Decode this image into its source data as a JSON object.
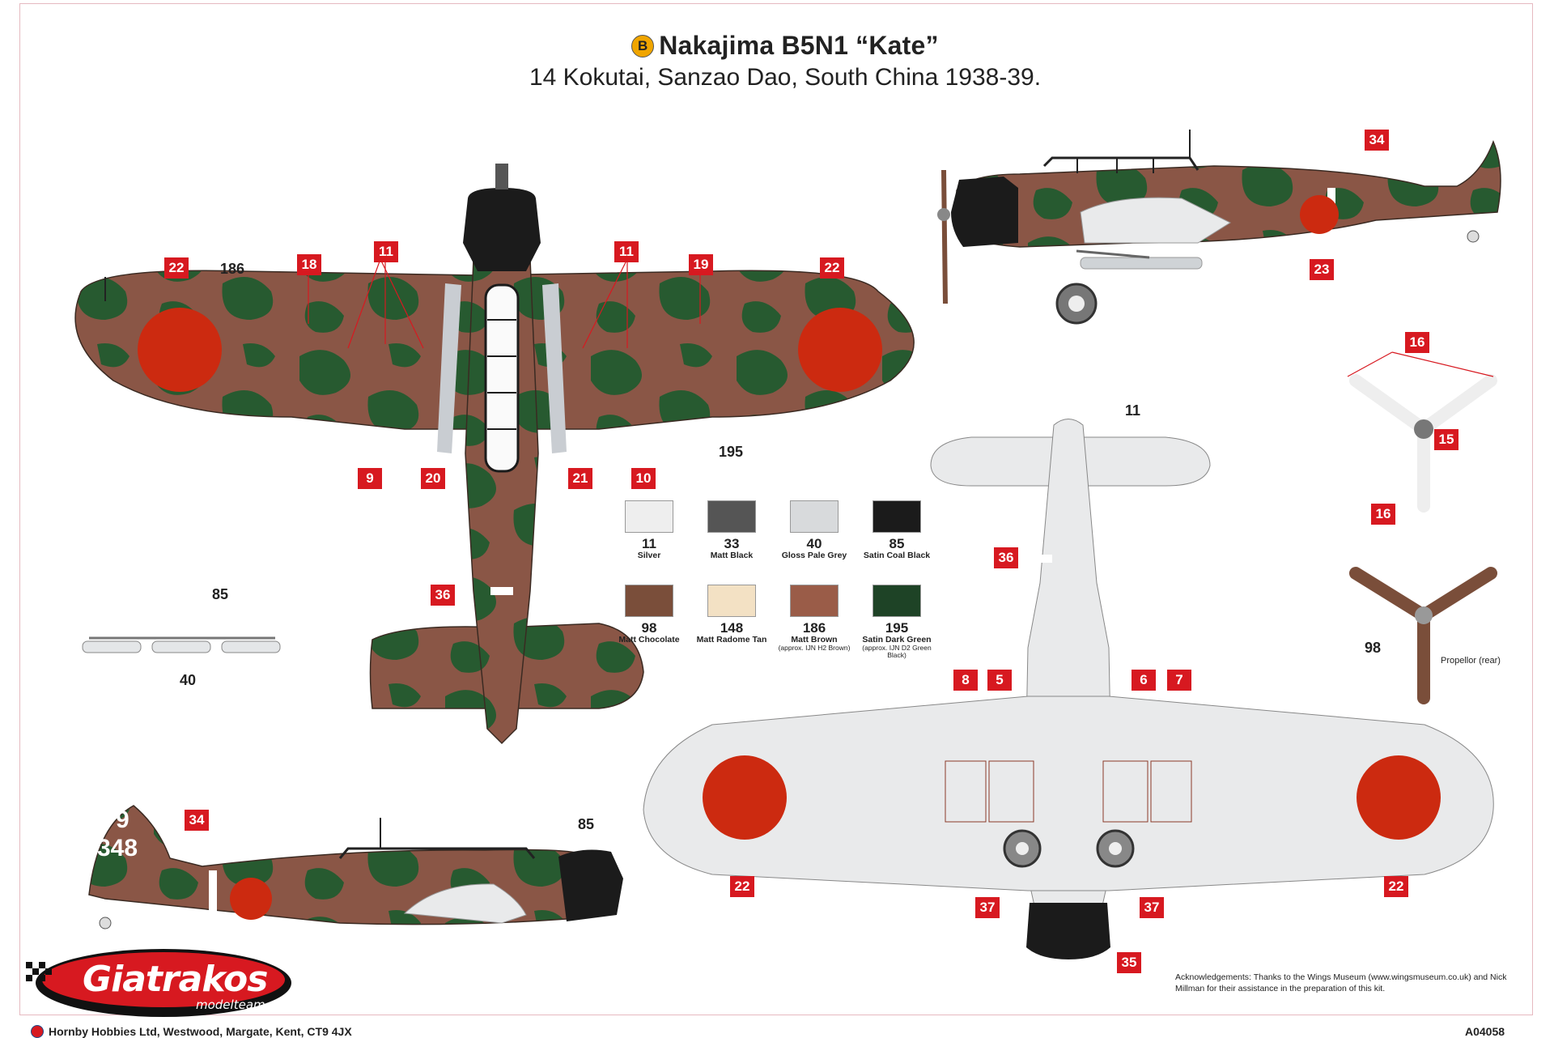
{
  "title": {
    "badge": "B",
    "aircraft": "Nakajima B5N1 “Kate”",
    "subtitle": "14 Kokutai, Sanzao Dao, South China 1938-39."
  },
  "callouts": {
    "c22_top_left": "22",
    "c18": "18",
    "c11_left": "11",
    "c11_right": "11",
    "c19": "19",
    "c22_top_right": "22",
    "c9": "9",
    "c20": "20",
    "c21": "21",
    "c10": "10",
    "c36_top": "36",
    "c34_side": "34",
    "c23": "23",
    "c16_top": "16",
    "c15": "15",
    "c16_bottom": "16",
    "c36_bottom": "36",
    "c8": "8",
    "c5": "5",
    "c6": "6",
    "c7": "7",
    "c22_bottom_left": "22",
    "c22_bottom_right": "22",
    "c37_left": "37",
    "c37_right": "37",
    "c35": "35",
    "c34_bottom": "34"
  },
  "paint_refs": {
    "p186": "186",
    "p195": "195",
    "p85_rack": "85",
    "p40_rack": "40",
    "p11_under": "11",
    "p85_side": "85",
    "p98_prop": "98"
  },
  "tail_code": {
    "top": "9",
    "bottom": "348"
  },
  "colours": [
    {
      "num": "11",
      "name": "Silver",
      "sub": "",
      "hex": "#eeeeee"
    },
    {
      "num": "33",
      "name": "Matt Black",
      "sub": "",
      "hex": "#555555"
    },
    {
      "num": "40",
      "name": "Gloss Pale Grey",
      "sub": "",
      "hex": "#d8dadc"
    },
    {
      "num": "85",
      "name": "Satin Coal Black",
      "sub": "",
      "hex": "#1b1b1b"
    },
    {
      "num": "98",
      "name": "Matt Chocolate",
      "sub": "",
      "hex": "#7a4e3a"
    },
    {
      "num": "148",
      "name": "Matt Radome Tan",
      "sub": "",
      "hex": "#f3e1c4"
    },
    {
      "num": "186",
      "name": "Matt Brown",
      "sub": "(approx. IJN H2 Brown)",
      "hex": "#9a5c48"
    },
    {
      "num": "195",
      "name": "Satin Dark Green",
      "sub": "(approx. IJN D2 Green Black)",
      "hex": "#1e4326"
    }
  ],
  "prop_note": "Propellor (rear)",
  "acknowledgement": "Acknowledgements: Thanks to the Wings Museum (www.wingsmuseum.co.uk) and Nick Millman for their assistance in the preparation of this kit.",
  "footer": {
    "address": "Hornby Hobbies Ltd, Westwood, Margate, Kent, CT9 4JX",
    "code": "A04058"
  },
  "logo": {
    "main": "Giatrakos",
    "sub": "modelteam"
  },
  "palette": {
    "brown": "#8a5646",
    "green": "#275a30",
    "roundel": "#cc2a10",
    "underside": "#e9eaeb",
    "callout": "#d71920"
  }
}
